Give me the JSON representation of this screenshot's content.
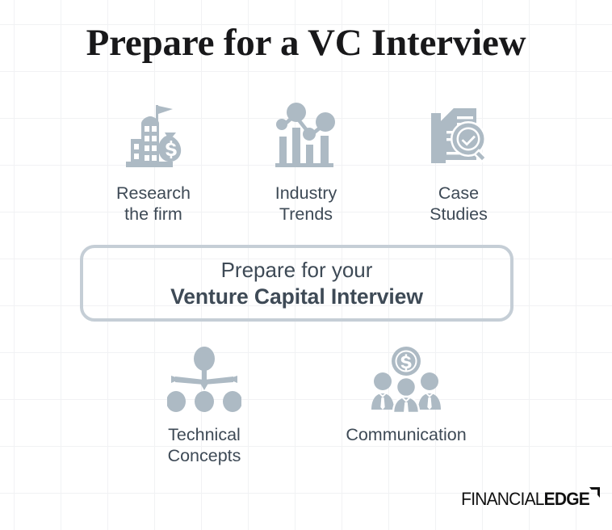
{
  "page": {
    "title": "Prepare for a VC Interview",
    "background_color": "#ffffff",
    "grid_color": "#f1f2f4",
    "icon_color": "#adbac4",
    "text_color": "#3e4a56",
    "title_color": "#18181a",
    "border_color": "#c5ced6"
  },
  "top_items": [
    {
      "label": "Research\nthe firm",
      "icon": "office-building-money-icon"
    },
    {
      "label": "Industry\nTrends",
      "icon": "bar-chart-trend-icon"
    },
    {
      "label": "Case\nStudies",
      "icon": "document-magnifier-check-icon"
    }
  ],
  "callout": {
    "line1": "Prepare for your",
    "line2": "Venture Capital Interview"
  },
  "bottom_items": [
    {
      "label": "Technical\nConcepts",
      "icon": "org-chart-hierarchy-icon"
    },
    {
      "label": "Communication",
      "icon": "team-people-money-icon"
    }
  ],
  "logo": {
    "thin": "FINANCIAL",
    "bold": "EDGE",
    "mark": "corner-flag-mark"
  }
}
